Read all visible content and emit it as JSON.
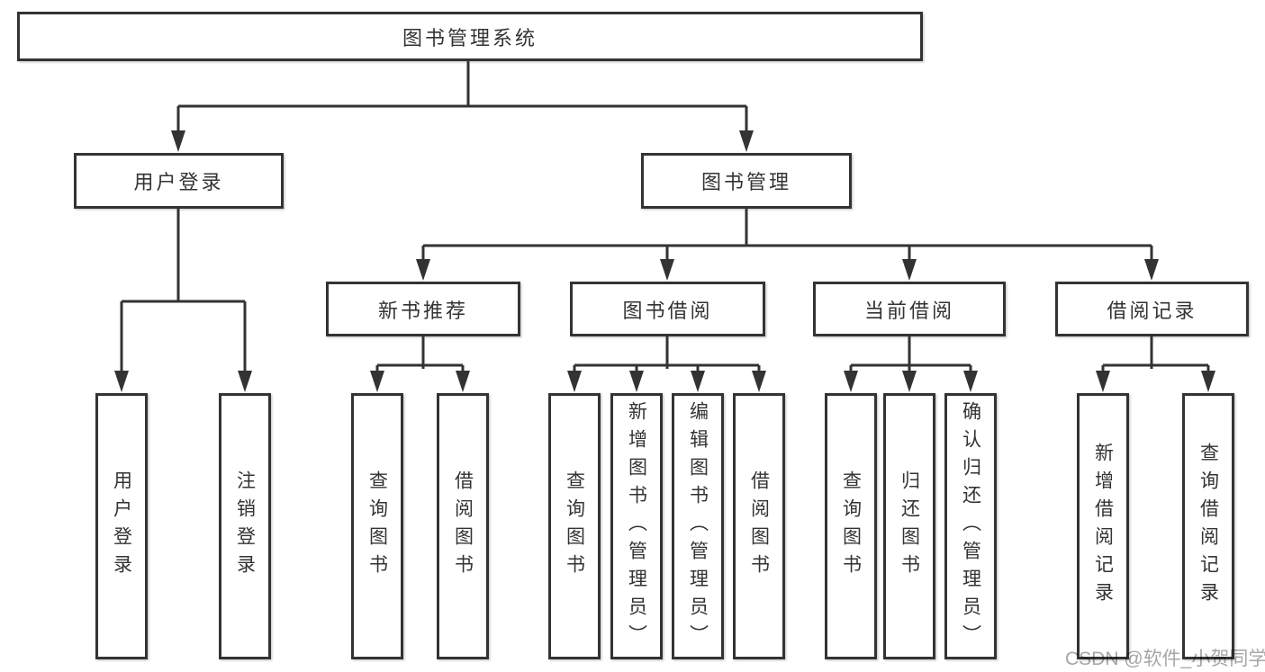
{
  "colors": {
    "line": "#333333",
    "text": "#333333",
    "background": "#ffffff",
    "watermark": "#a6a6a6"
  },
  "diagram": {
    "root": {
      "label": "图书管理系统"
    },
    "branches": [
      {
        "label": "用户登录",
        "children": [
          {
            "label": "用户登录"
          },
          {
            "label": "注销登录"
          }
        ]
      },
      {
        "label": "图书管理",
        "children": [
          {
            "label": "新书推荐",
            "children": [
              {
                "label": "查询图书"
              },
              {
                "label": "借阅图书"
              }
            ]
          },
          {
            "label": "图书借阅",
            "children": [
              {
                "label": "查询图书"
              },
              {
                "label": "新增图书（管理员）"
              },
              {
                "label": "编辑图书（管理员）"
              },
              {
                "label": "借阅图书"
              }
            ]
          },
          {
            "label": "当前借阅",
            "children": [
              {
                "label": "查询图书"
              },
              {
                "label": "归还图书"
              },
              {
                "label": "确认归还（管理员）"
              }
            ]
          },
          {
            "label": "借阅记录",
            "children": [
              {
                "label": "新增借阅记录"
              },
              {
                "label": "查询借阅记录"
              }
            ]
          }
        ]
      }
    ]
  },
  "watermark": {
    "text": "CSDN @软件_小贺同学"
  }
}
